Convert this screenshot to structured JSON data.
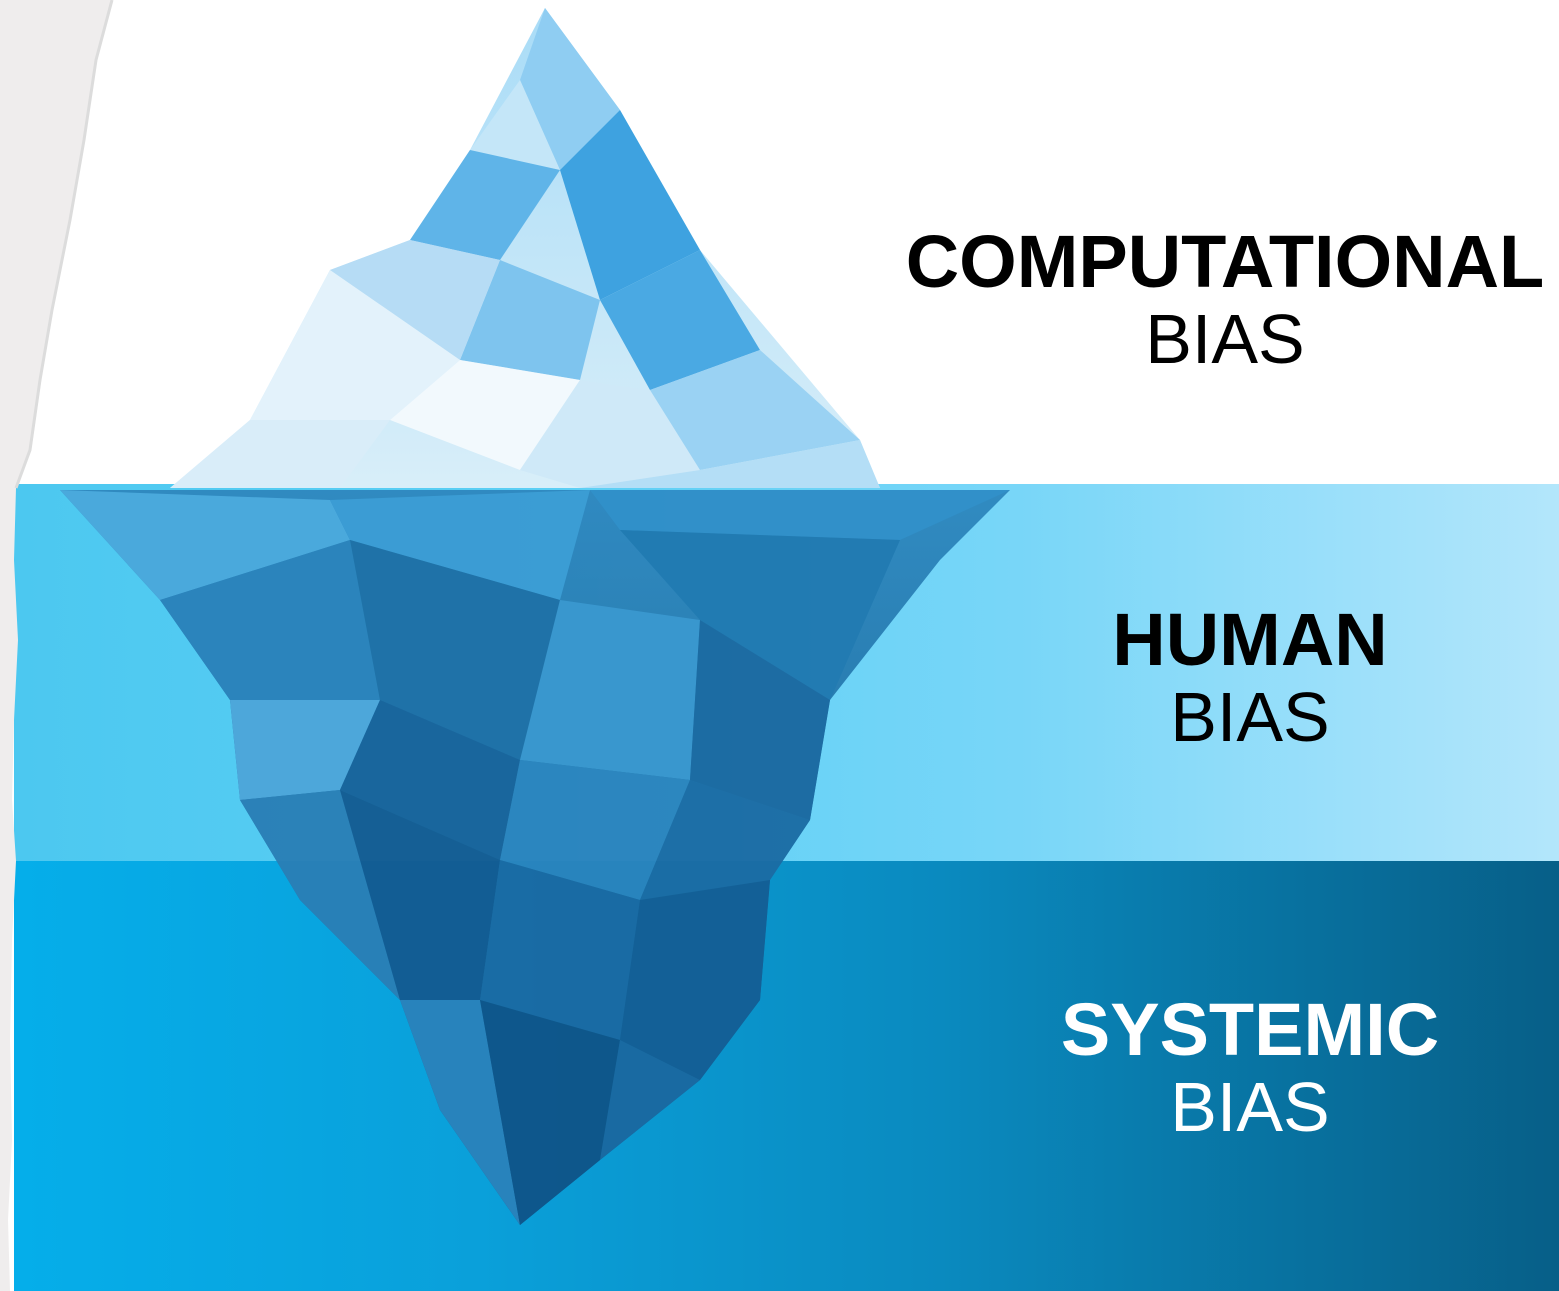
{
  "layers": {
    "computational": {
      "strong": "COMPUTATIONAL",
      "light": "BIAS"
    },
    "human": {
      "strong": "HUMAN",
      "light": "BIAS"
    },
    "systemic": {
      "strong": "SYSTEMIC",
      "light": "BIAS"
    }
  },
  "colors": {
    "background": "#ffffff",
    "human_band": "#5ccff5",
    "systemic_band": "#0a8abf",
    "iceberg_tip": "#8fd2f5",
    "iceberg_body": "#1f74a8",
    "dark_text": "#000000",
    "light_text": "#ffffff"
  },
  "icons": {
    "iceberg": "iceberg-illustration",
    "paper_edge": "torn-paper-edge"
  }
}
